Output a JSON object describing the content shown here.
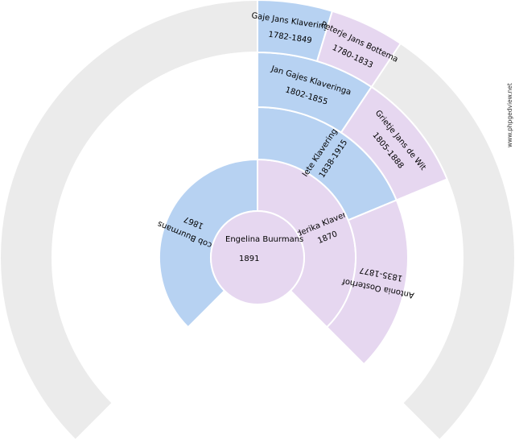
{
  "chart": {
    "colors": {
      "male": "#b7d2f2",
      "female": "#e6d7f0",
      "empty": "#ebebeb",
      "stroke": "#ffffff"
    },
    "root": {
      "name": "Engelina Buurmans",
      "years": "1891",
      "sex": "F"
    },
    "people": [
      {
        "id": "father",
        "gen": 1,
        "slot": 0,
        "sex": "M",
        "name": "Jacob Buurmans",
        "years": "1867"
      },
      {
        "id": "mother",
        "gen": 1,
        "slot": 1,
        "sex": "F",
        "name": "Henderika Klaveringa",
        "years": "1870"
      },
      {
        "id": "mgf",
        "gen": 2,
        "slot": 2,
        "sex": "M",
        "name": "Iete Klaveringa",
        "years": "1838-1915"
      },
      {
        "id": "mgm",
        "gen": 2,
        "slot": 3,
        "sex": "F",
        "name": "Antonia Oosterhof",
        "years": "1835-1877"
      },
      {
        "id": "mggf",
        "gen": 3,
        "slot": 4,
        "sex": "M",
        "name": "Jan Gajes Klaveringa",
        "years": "1802-1855"
      },
      {
        "id": "mggm",
        "gen": 3,
        "slot": 5,
        "sex": "F",
        "name": "Grietje Jans de Wit",
        "years": "1805-1888"
      },
      {
        "id": "mgggf",
        "gen": 4,
        "slot": 8,
        "sex": "M",
        "name": "Gaje Jans Klaveringa",
        "years": "1782-1849"
      },
      {
        "id": "mgggm",
        "gen": 4,
        "slot": 9,
        "sex": "F",
        "name": "Peterje Jans Bottema",
        "years": "1780-1833"
      }
    ]
  },
  "watermark": "www.phpgedview.net"
}
